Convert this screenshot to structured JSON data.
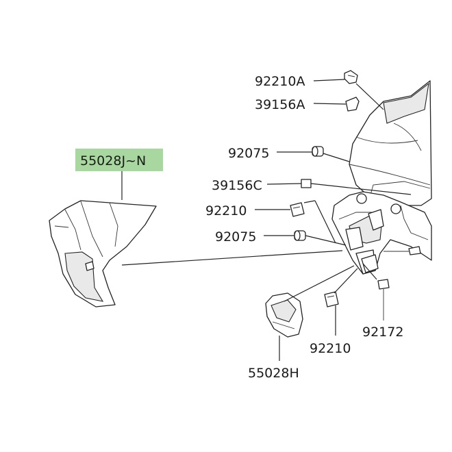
{
  "labels": [
    "55028J~N",
    "92210A",
    "39156A",
    "92075",
    "39156C",
    "92210",
    "92075",
    "92172",
    "92210",
    "55028H"
  ],
  "highlight_color": "#a8d8a0"
}
